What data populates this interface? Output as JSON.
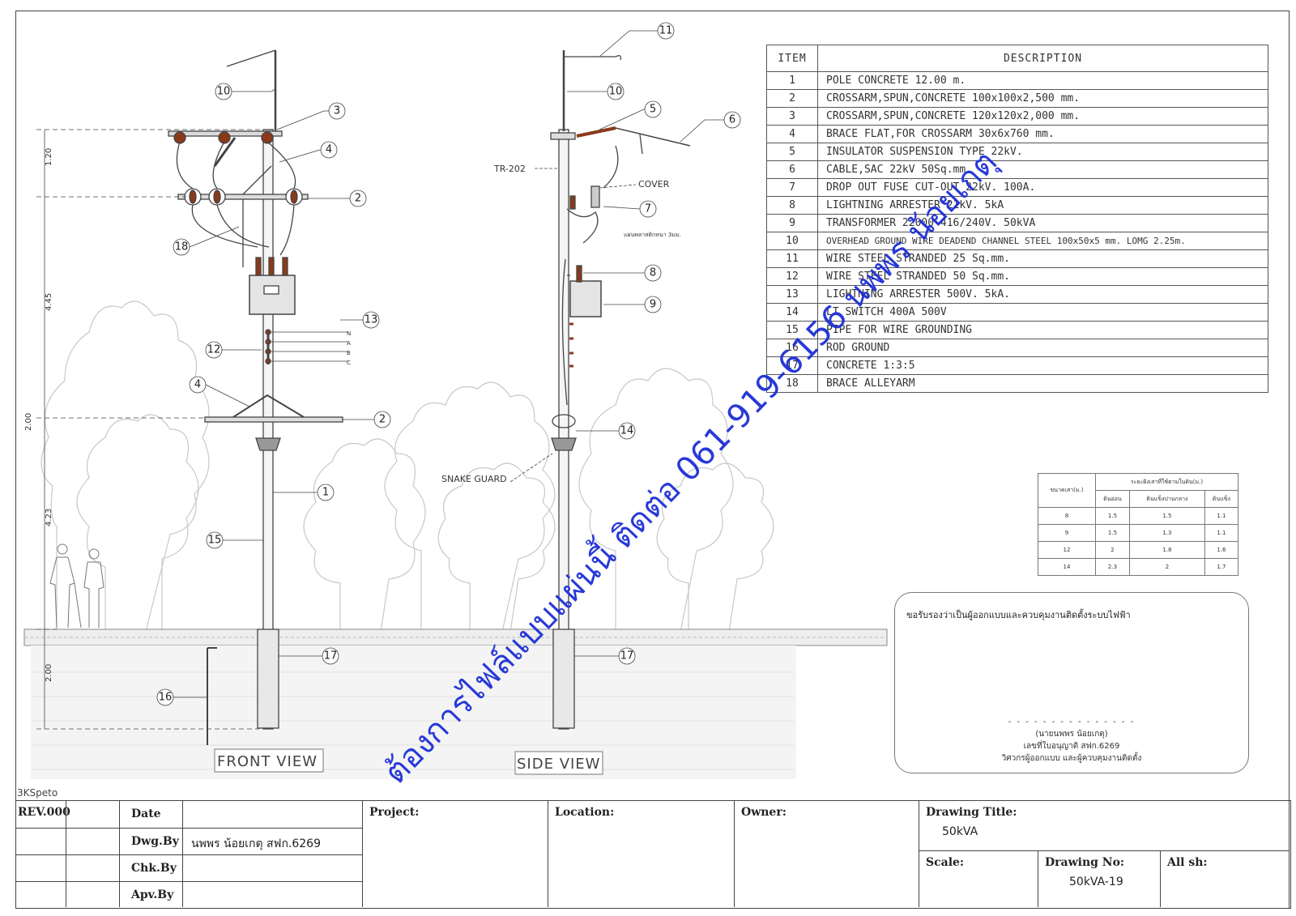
{
  "table": {
    "header_item": "ITEM",
    "header_desc": "DESCRIPTION",
    "rows": [
      {
        "item": "1",
        "desc": "POLE CONCRETE 12.00 m."
      },
      {
        "item": "2",
        "desc": "CROSSARM,SPUN,CONCRETE 100x100x2,500 mm."
      },
      {
        "item": "3",
        "desc": "CROSSARM,SPUN,CONCRETE 120x120x2,000 mm."
      },
      {
        "item": "4",
        "desc": "BRACE FLAT,FOR CROSSARM 30x6x760 mm."
      },
      {
        "item": "5",
        "desc": "INSULATOR SUSPENSION TYPE 22kV."
      },
      {
        "item": "6",
        "desc": "CABLE,SAC 22kV 50Sq.mm."
      },
      {
        "item": "7",
        "desc": "DROP OUT FUSE CUT-OUT 22kV. 100A."
      },
      {
        "item": "8",
        "desc": "LIGHTNING ARRESTER 21kV. 5kA"
      },
      {
        "item": "9",
        "desc": "TRANSFORMER 22000-416/240V. 50kVA"
      },
      {
        "item": "10",
        "desc": "OVERHEAD GROUND WIRE DEADEND CHANNEL STEEL 100x50x5 mm. LOMG 2.25m."
      },
      {
        "item": "11",
        "desc": "WIRE STEEL STRANDED 25 Sq.mm."
      },
      {
        "item": "12",
        "desc": "WIRE STEEL STRANDED 50 Sq.mm."
      },
      {
        "item": "13",
        "desc": "LIGHTNING ARRESTER 500V. 5kA."
      },
      {
        "item": "14",
        "desc": "LT SWITCH 400A 500V"
      },
      {
        "item": "15",
        "desc": "PIPE FOR WIRE GROUNDING"
      },
      {
        "item": "16",
        "desc": "ROD GROUND"
      },
      {
        "item": "17",
        "desc": "CONCRETE 1:3:5"
      },
      {
        "item": "18",
        "desc": "BRACE ALLEYARM"
      }
    ]
  },
  "soil_table": {
    "col0": "ขนาดเสา(ม.)",
    "group": "ระยะฝังเสาที่ใช้ตามในดิน(ม.)",
    "col1": "ดินอ่อน",
    "col2": "ดินแข็งปานกลาง",
    "col3": "ดินแข็ง",
    "rows": [
      [
        "8",
        "1.5",
        "1.5",
        "1.1"
      ],
      [
        "9",
        "1.5",
        "1.3",
        "1.1"
      ],
      [
        "12",
        "2",
        "1.8",
        "1.6"
      ],
      [
        "14",
        "2.3",
        "2",
        "1.7"
      ]
    ]
  },
  "views": {
    "front": "FRONT VIEW",
    "side": "SIDE VIEW"
  },
  "dimensions": [
    "1.20",
    "4.45",
    "2.00",
    "4.23",
    "2.00"
  ],
  "labels": {
    "tr": "TR-202",
    "cover": "COVER",
    "plate": "แผ่นพลาสติกหนา 3มม.",
    "snake": "SNAKE GUARD",
    "phases": [
      "N",
      "A",
      "B",
      "C"
    ]
  },
  "callouts_front": [
    "10",
    "3",
    "4",
    "2",
    "18",
    "13",
    "12",
    "4",
    "2",
    "1",
    "15",
    "17",
    "16"
  ],
  "callouts_side": [
    "11",
    "10",
    "5",
    "6",
    "7",
    "8",
    "9",
    "14",
    "17"
  ],
  "certificate": {
    "text": "ขอรับรองว่าเป็นผู้ออกแบบและควบคุมงานติดตั้งระบบไฟฟ้า",
    "line": "- - - - - - - - - - - - - - -",
    "name": "(นายนพพร น้อยเกตุ)",
    "license": "เลขที่ใบอนุญาติ สฟก.6269",
    "role": "วิศวกรผู้ออกแบบ และผู้ควบคุมงานติดตั้ง"
  },
  "watermark": "ต้องการไฟล์แบบแผ่นนี้ ติดต่อ 061-919-6156 นพพร น้อยเกตุ",
  "file_label": "3KSpeto",
  "title_block": {
    "rev": "REV.000",
    "date": "Date",
    "dwg_by": "Dwg.By",
    "dwg_by_value": "นพพร น้อยเกตุ สฟก.6269",
    "chk_by": "Chk.By",
    "apv_by": "Apv.By",
    "project": "Project:",
    "location": "Location:",
    "owner": "Owner:",
    "drawing_title": "Drawing Title:",
    "drawing_title_value": "50kVA",
    "scale": "Scale:",
    "drawing_no": "Drawing No:",
    "drawing_no_value": "50kVA-19",
    "all_sh": "All sh:"
  }
}
